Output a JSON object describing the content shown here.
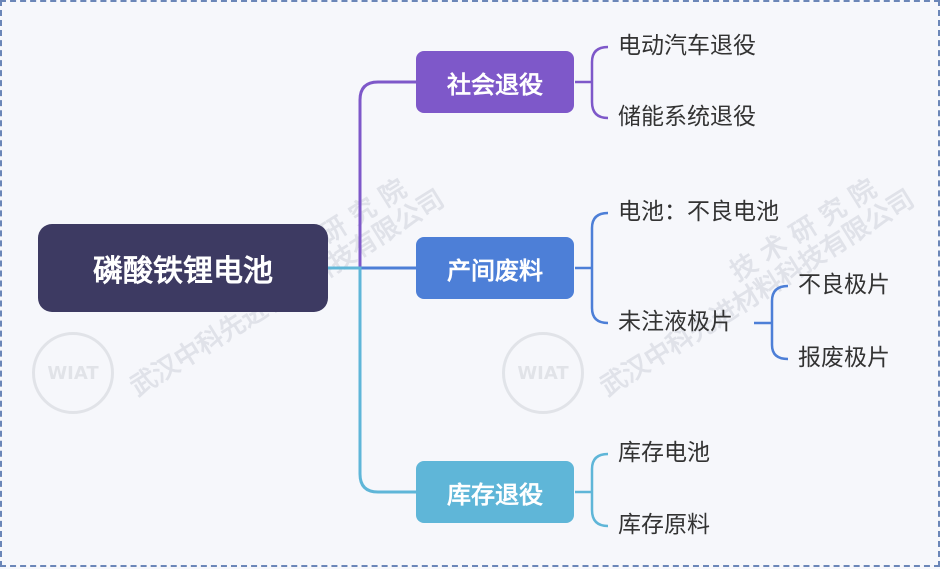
{
  "colors": {
    "root": "#3d3a62",
    "society": "#7e58c9",
    "production": "#4d7fd7",
    "inventory": "#5fb6d8"
  },
  "root": {
    "label": "磷酸铁锂电池"
  },
  "branches": {
    "society": {
      "label": "社会退役",
      "children": [
        "电动汽车退役",
        "储能系统退役"
      ]
    },
    "production": {
      "label": "产间废料",
      "children": [
        "电池：不良电池",
        "未注液极片"
      ],
      "sub": [
        "不良极片",
        "报废极片"
      ]
    },
    "inventory": {
      "label": "库存退役",
      "children": [
        "库存电池",
        "库存原料"
      ]
    }
  },
  "watermark": {
    "lines": [
      "武汉中科先进材料科技有限公司",
      "技 术 研 究 院"
    ],
    "seal_text": "WIAT"
  }
}
